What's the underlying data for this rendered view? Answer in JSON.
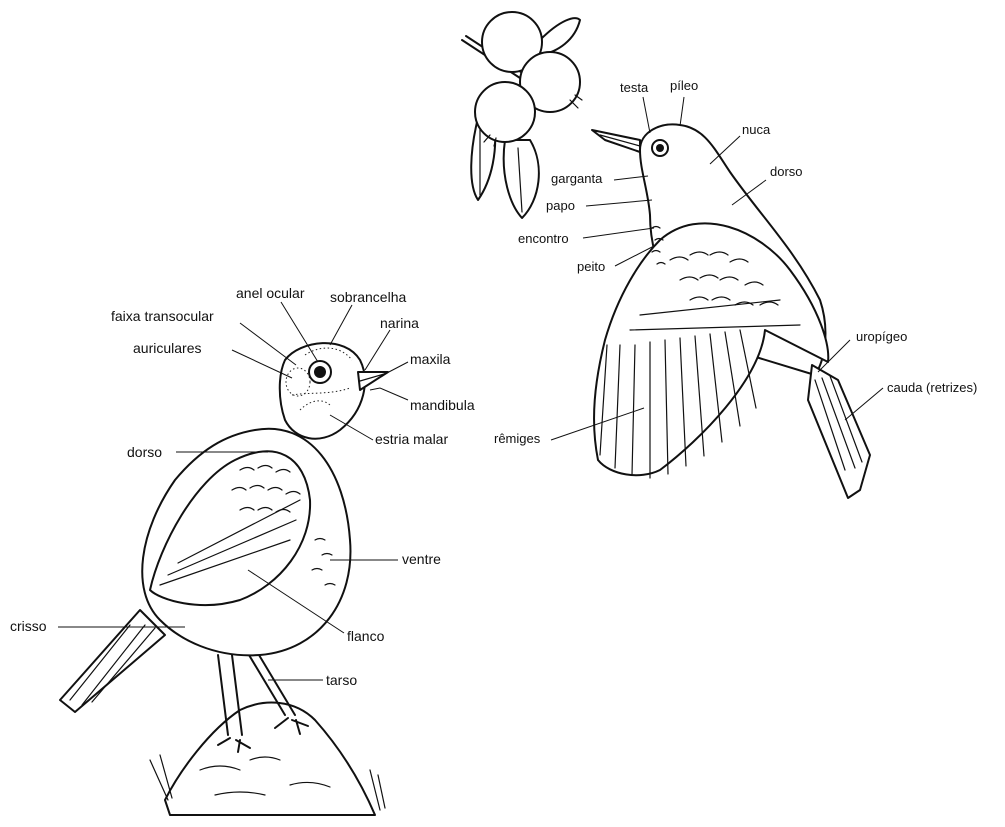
{
  "perched_bird_labels": {
    "anel_ocular": "anel ocular",
    "sobrancelha": "sobrancelha",
    "faixa_transocular": "faixa transocular",
    "narina": "narina",
    "auriculares": "auriculares",
    "maxila": "maxila",
    "mandibula": "mandibula",
    "estria_malar": "estria malar",
    "dorso": "dorso",
    "ventre": "ventre",
    "crisso": "crisso",
    "flanco": "flanco",
    "tarso": "tarso"
  },
  "flying_bird_labels": {
    "testa": "testa",
    "pileo": "píleo",
    "nuca": "nuca",
    "dorso": "dorso",
    "garganta": "garganta",
    "papo": "papo",
    "encontro": "encontro",
    "peito": "peito",
    "uropigeo": "uropígeo",
    "cauda": "cauda (retrizes)",
    "remiges": "rêmiges"
  }
}
